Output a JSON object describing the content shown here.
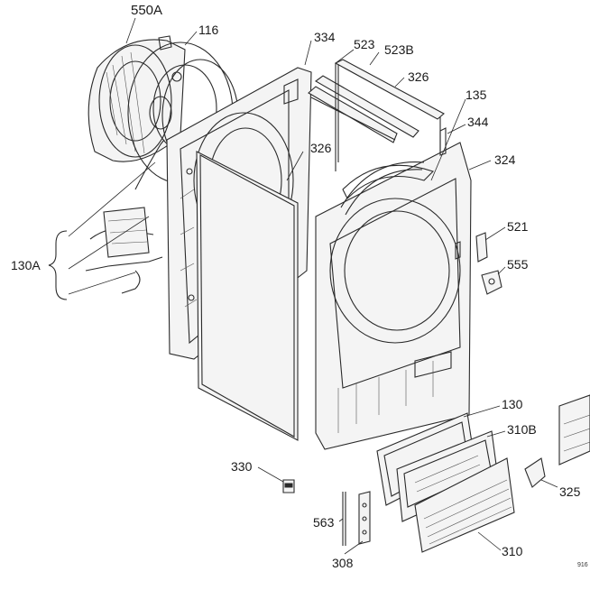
{
  "diagram": {
    "callouts": {
      "550A": "550A",
      "116": "116",
      "334": "334",
      "523": "523",
      "523B": "523B",
      "326a": "326",
      "326b": "326",
      "135": "135",
      "344": "344",
      "324": "324",
      "130A": "130A",
      "521": "521",
      "555": "555",
      "130": "130",
      "310B": "310B",
      "330": "330",
      "325": "325",
      "563": "563",
      "308": "308",
      "310": "310"
    },
    "doc_code": "916"
  }
}
